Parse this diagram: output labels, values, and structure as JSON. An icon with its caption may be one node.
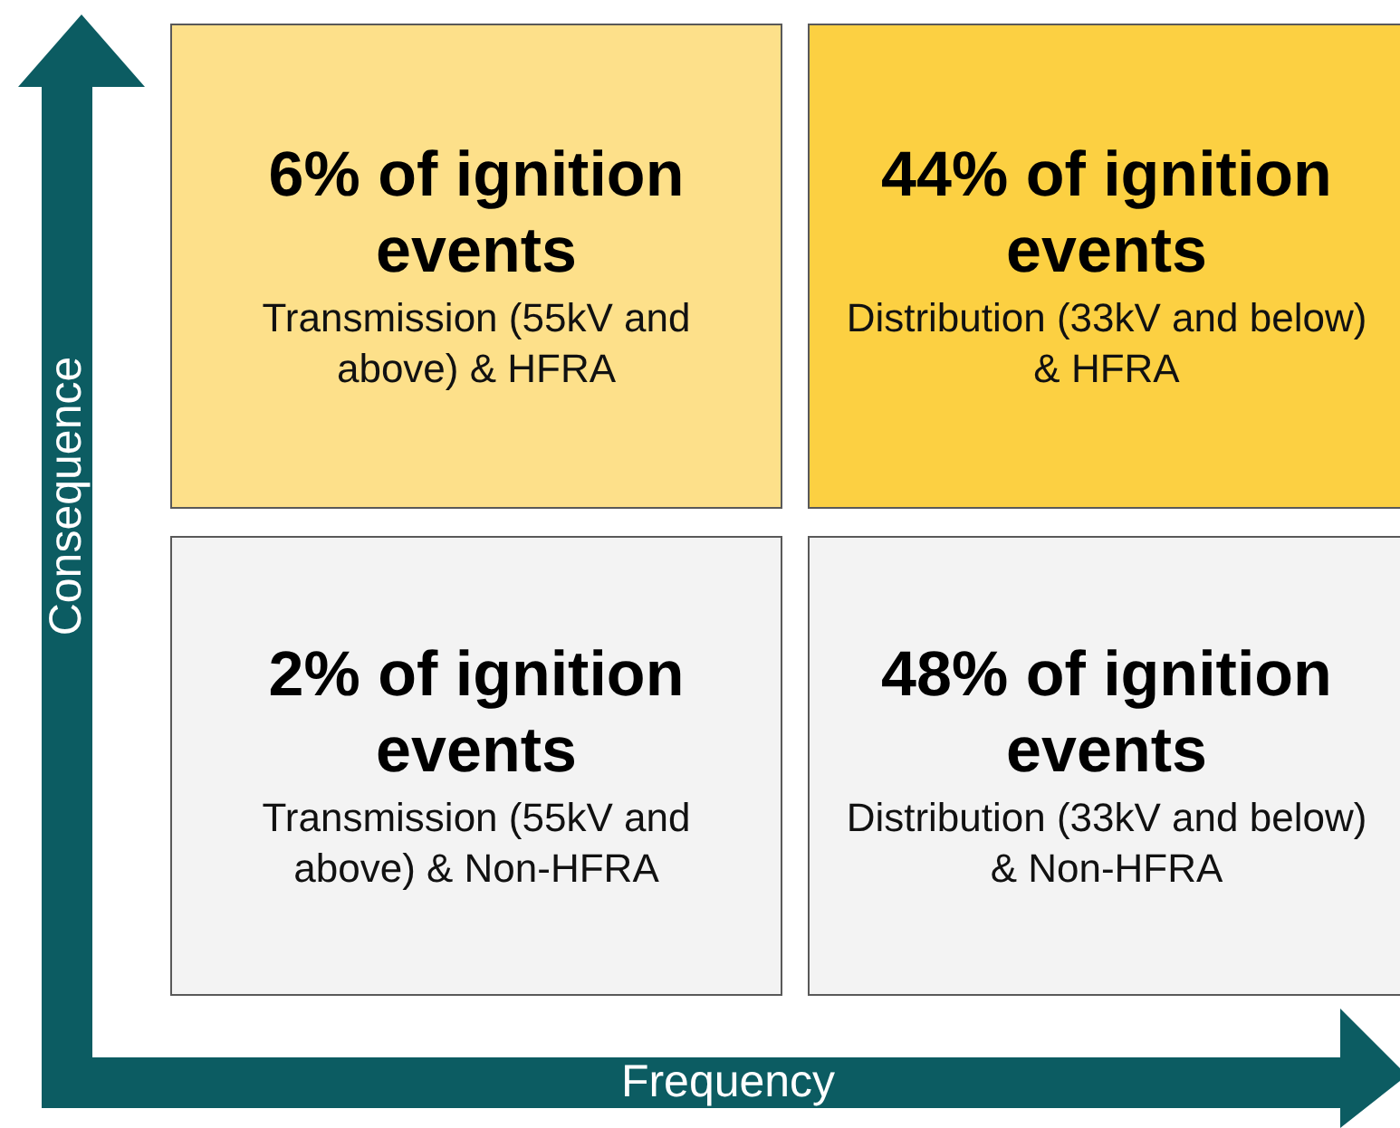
{
  "diagram": {
    "nodes": [
      {
        "text": [
          "6% of ignition events",
          "Transmission (55kV and above) & HFRA"
        ]
      },
      {
        "text": [
          "44% of ignition events",
          "Distribution (33kV and below) & HFRA"
        ]
      },
      {
        "text": [
          "2% of ignition events",
          "Transmission (55kV and above) & Non-HFRA"
        ]
      },
      {
        "text": [
          "48% of ignition events",
          "Distribution (33kV and below) & Non-HFRA"
        ]
      }
    ],
    "edges": [],
    "labels": [
      "Consequence",
      "Frequency"
    ]
  }
}
